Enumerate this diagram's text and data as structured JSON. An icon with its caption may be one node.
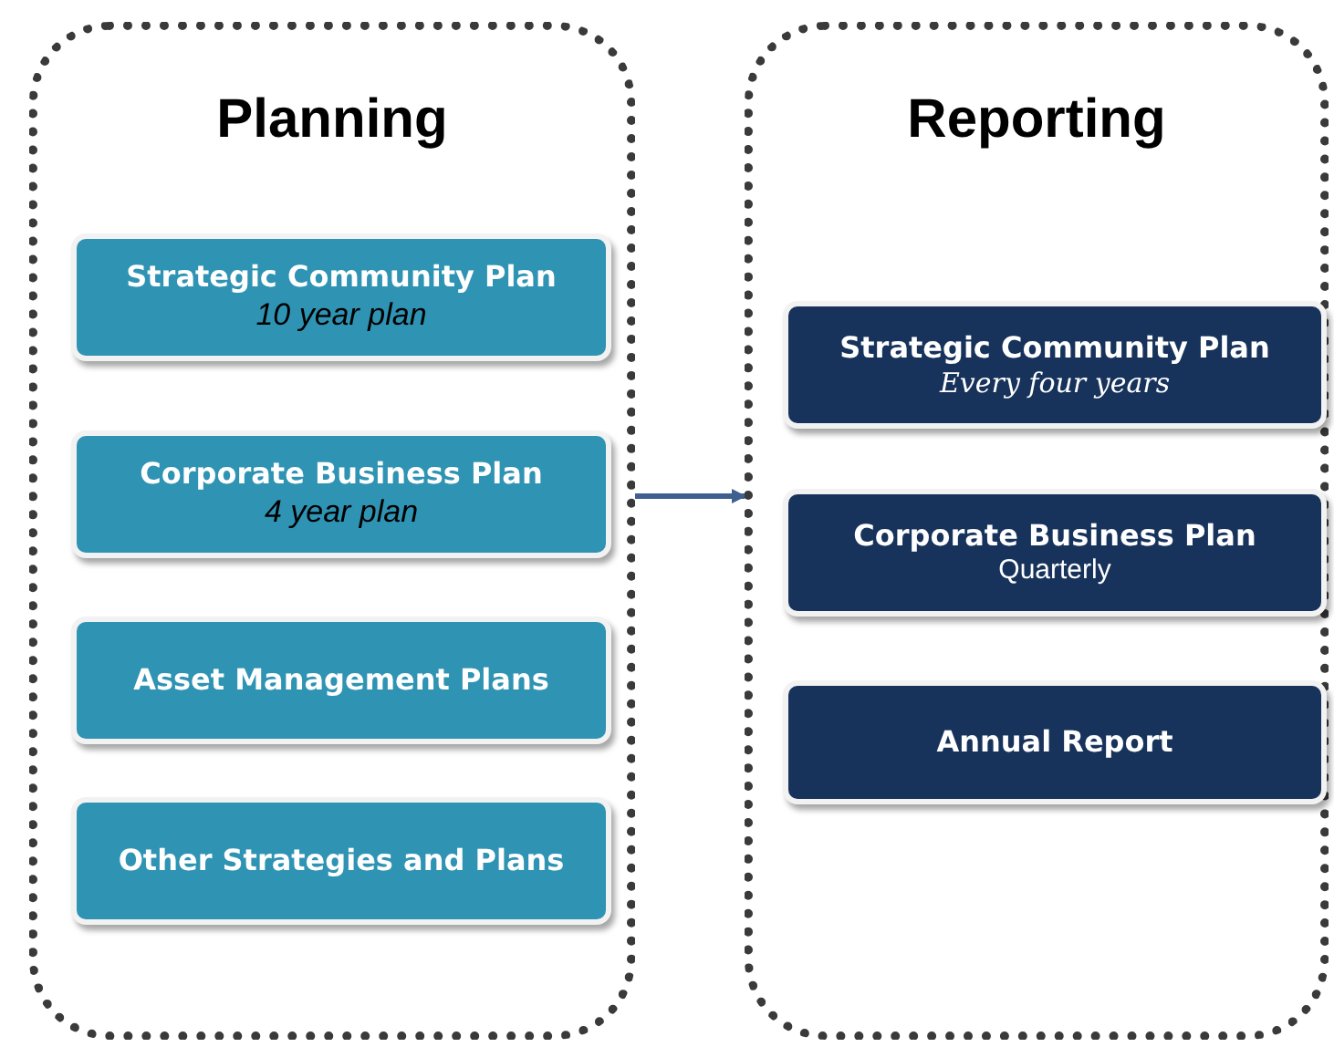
{
  "diagram": {
    "nodes": [
      {
        "text": [
          "Planning"
        ]
      },
      {
        "text": [
          "Strategic Community Plan",
          "10 year plan"
        ],
        "in": 0
      },
      {
        "text": [
          "Corporate Business Plan",
          "4 year plan"
        ],
        "in": 0
      },
      {
        "text": [
          "Asset Management Plans"
        ],
        "in": 0
      },
      {
        "text": [
          "Other Strategies and Plans"
        ],
        "in": 0
      },
      {
        "text": [
          "Reporting"
        ]
      },
      {
        "text": [
          "Strategic Community Plan",
          "Every four years"
        ],
        "in": 5
      },
      {
        "text": [
          "Corporate Business Plan",
          "Quarterly"
        ],
        "in": 5
      },
      {
        "text": [
          "Annual Report"
        ],
        "in": 5
      }
    ],
    "edges": [
      {
        "from": 0,
        "to": 5,
        "arrow": "to"
      }
    ]
  }
}
